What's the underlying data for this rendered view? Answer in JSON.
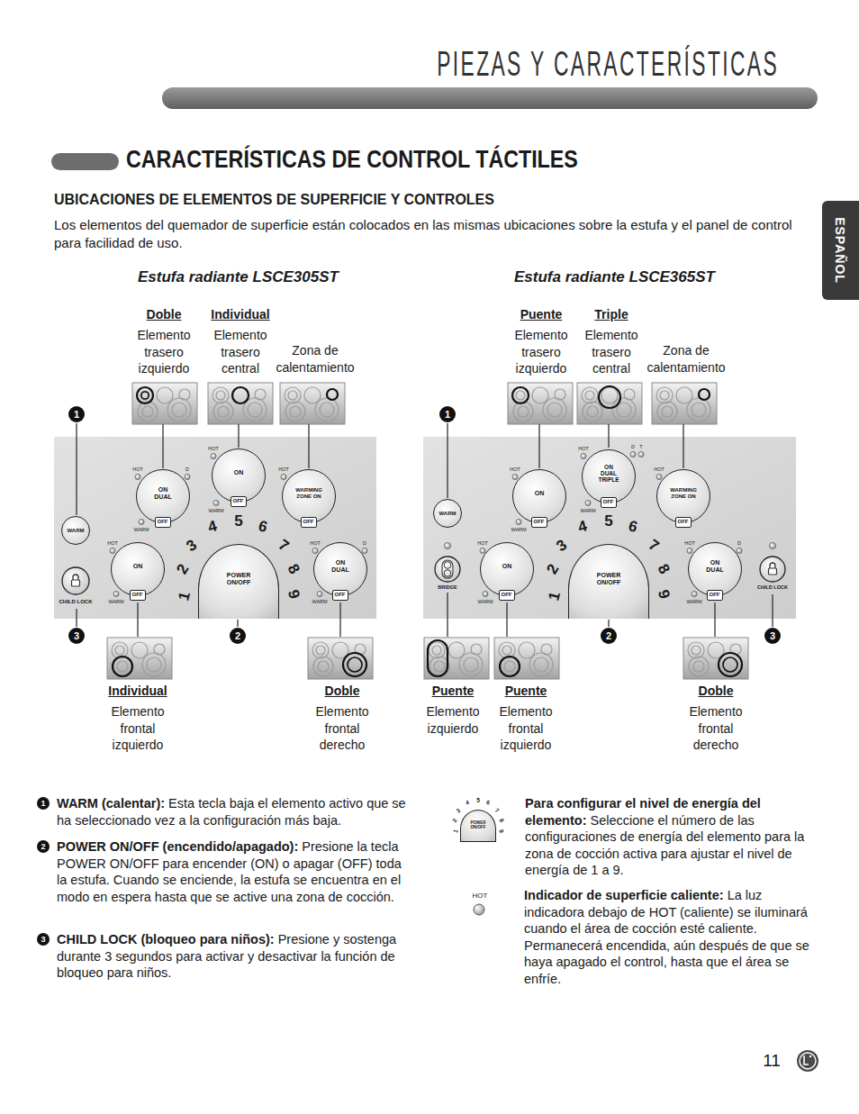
{
  "diagram": {
    "title": "PIEZAS Y CARACTERÍSTICAS",
    "nodes": [
      {
        "text": [
          "WARM"
        ]
      },
      {
        "text": [
          "CHILD LOCK"
        ]
      },
      {
        "text": [
          "ON DUAL"
        ]
      },
      {
        "text": [
          "OFF"
        ],
        "in": 2
      },
      {
        "text": [
          "ON"
        ]
      },
      {
        "text": [
          "OFF"
        ],
        "in": 4
      },
      {
        "text": [
          "WARMING ZONE ON"
        ]
      },
      {
        "text": [
          "OFF"
        ],
        "in": 6
      },
      {
        "text": [
          "ON"
        ]
      },
      {
        "text": [
          "OFF"
        ],
        "in": 8
      },
      {
        "text": [
          "POWER ON/OFF"
        ]
      },
      {
        "text": [
          "ON DUAL"
        ]
      },
      {
        "text": [
          "OFF"
        ],
        "in": 11
      },
      {
        "text": [
          "WARM"
        ]
      },
      {
        "text": [
          "BRIDGE"
        ]
      },
      {
        "text": [
          "ON"
        ]
      },
      {
        "text": [
          "OFF"
        ],
        "in": 15
      },
      {
        "text": [
          "ON DUAL TRIPLE"
        ]
      },
      {
        "text": [
          "OFF"
        ],
        "in": 17
      },
      {
        "text": [
          "WARMING ZONE ON"
        ]
      },
      {
        "text": [
          "OFF"
        ],
        "in": 19
      },
      {
        "text": [
          "ON"
        ]
      },
      {
        "text": [
          "OFF"
        ],
        "in": 21
      },
      {
        "text": [
          "POWER ON/OFF"
        ]
      },
      {
        "text": [
          "ON DUAL"
        ]
      },
      {
        "text": [
          "OFF"
        ],
        "in": 24
      },
      {
        "text": [
          "CHILD LOCK"
        ]
      },
      {
        "text": [
          "POWER ON/OFF"
        ]
      }
    ],
    "labels": [
      "CARACTERÍSTICAS DE CONTROL TÁCTILES",
      "UBICACIONES DE ELEMENTOS DE SUPERFICIE Y CONTROLES",
      "Los elementos del quemador de superficie están colocados en las mismas ubicaciones sobre la estufa y el panel de control para facilidad de uso.",
      "ESPAÑOL",
      "Estufa radiante LSCE305ST",
      "Estufa radiante LSCE365ST",
      "Doble",
      "Elemento trasero izquierdo",
      "Individual",
      "Elemento trasero central",
      "Zona de calentamiento",
      "Individual",
      "Elemento frontal izquierdo",
      "Doble",
      "Elemento frontal derecho",
      "Puente",
      "Elemento trasero izquierdo",
      "Triple",
      "Elemento trasero central",
      "Zona de calentamiento",
      "Puente",
      "Elemento izquierdo",
      "Puente",
      "Elemento frontal izquierdo",
      "Doble",
      "Elemento frontal derecho",
      "1",
      "2",
      "3",
      "1",
      "2",
      "3",
      "HOT",
      "D",
      "WARM",
      "HOT",
      "WARM",
      "HOT",
      "HOT",
      "WARM",
      "HOT",
      "D",
      "WARM",
      "1",
      "2",
      "3",
      "4",
      "5",
      "6",
      "7",
      "8",
      "9",
      "HOT",
      "WARM",
      "HOT",
      "D",
      "T",
      "WARM",
      "HOT",
      "HOT",
      "WARM",
      "HOT",
      "D",
      "WARM",
      "1",
      "2",
      "3",
      "4",
      "5",
      "6",
      "7",
      "8",
      "9",
      "1",
      "WARM (calentar):",
      "Esta tecla baja el elemento activo que se ha seleccionado vez a la configuración más baja.",
      "2",
      "POWER ON/OFF (encendido/apagado):",
      "Presione la tecla POWER ON/OFF para encender (ON) o apagar (OFF) toda la estufa. Cuando se enciende, la estufa se encuentra en el modo en espera hasta que se active una zona de cocción.",
      "3",
      "CHILD LOCK (bloqueo para niños):",
      "Presione y sostenga durante 3 segundos para activar y desactivar la función de bloqueo para niños.",
      "1",
      "2",
      "3",
      "4",
      "5",
      "6",
      "7",
      "8",
      "9",
      "Para configurar el nivel de energía del elemento:",
      "Seleccione el número de las configuraciones de energía del elemento para la zona de cocción activa para ajustar el nivel de energía de 1 a 9.",
      "HOT",
      "Indicador de superficie caliente:",
      "La luz indicadora debajo de HOT (caliente) se iluminará cuando el área de cocción esté caliente. Permanecerá encendida, aún después de que se haya apagado el control, hasta que el área se enfríe.",
      "11"
    ]
  }
}
